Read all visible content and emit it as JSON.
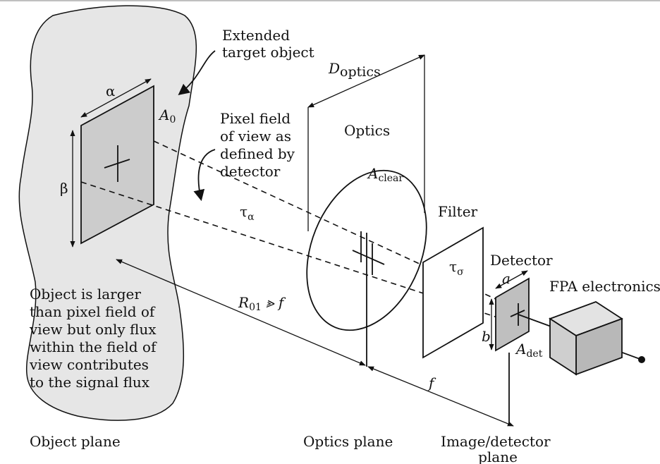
{
  "labels": {
    "extended_target": [
      "Extended",
      "target object"
    ],
    "pixel_fov": [
      "Pixel field",
      "of view as",
      "defined by",
      "detector"
    ],
    "d_optics": {
      "base": "D",
      "sub": "optics"
    },
    "optics": "Optics",
    "a_clear": {
      "base": "A",
      "sub": "clear"
    },
    "filter": "Filter",
    "tau_sigma": {
      "base": "τ",
      "sub": "σ"
    },
    "tau_alpha": {
      "base": "τ",
      "sub": "α"
    },
    "detector": "Detector",
    "fpa_electronics": "FPA electronics",
    "alpha": "α",
    "beta": "β",
    "a0": {
      "base": "A",
      "sub": "0"
    },
    "r01": {
      "base": "R",
      "sub": "01",
      "rest": " ⪢ f"
    },
    "f": "f",
    "det_a": "a",
    "det_b": "b",
    "a_det": {
      "base": "A",
      "sub": "det"
    },
    "object_note": [
      "Object is larger",
      "than pixel field of",
      "view but only flux",
      "within the field of",
      "view contributes",
      "to the signal flux"
    ],
    "object_plane": "Object plane",
    "optics_plane": "Optics plane",
    "image_plane": [
      "Image/detector",
      "plane"
    ]
  },
  "colors": {
    "blob_fill": "#e6e6e6",
    "panel_fill": "#cccccc",
    "detector_fill": "#bfbfbf",
    "box_front": "#cfcfcf",
    "box_top": "#e3e3e3",
    "box_side": "#b8b8b8",
    "line": "#111111"
  }
}
